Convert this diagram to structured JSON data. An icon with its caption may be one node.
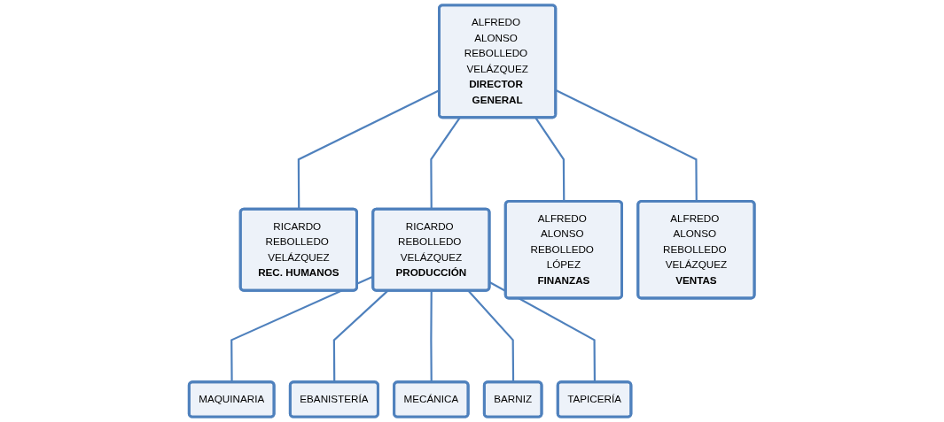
{
  "diagram": {
    "nodes": [
      {
        "text": [
          "ALFREDO ALONSO REBOLLEDO VELÁZQUEZ",
          "DIRECTOR GENERAL"
        ]
      },
      {
        "text": [
          "RICARDO REBOLLEDO VELÁZQUEZ",
          "PRODUCCIÓN"
        ]
      },
      {
        "text": [
          "RICARDO REBOLLEDO VELÁZQUEZ",
          "REC. HUMANOS"
        ]
      },
      {
        "text": [
          "ALFREDO ALONSO REBOLLEDO LÓPEZ",
          "FINANZAS"
        ]
      },
      {
        "text": [
          "ALFREDO ALONSO REBOLLEDO VELÁZQUEZ",
          "VENTAS"
        ]
      },
      {
        "text": [
          "MAQUINARIA"
        ]
      },
      {
        "text": [
          "EBANISTERÍA"
        ]
      },
      {
        "text": [
          "MECÁNICA"
        ]
      },
      {
        "text": [
          "BARNIZ"
        ]
      },
      {
        "text": [
          "TAPICERÍA"
        ]
      }
    ],
    "edges": [
      {
        "from": 0,
        "to": 1,
        "arrow": "none"
      },
      {
        "from": 0,
        "to": 2,
        "arrow": "none"
      },
      {
        "from": 0,
        "to": 3,
        "arrow": "none"
      },
      {
        "from": 0,
        "to": 4,
        "arrow": "none"
      },
      {
        "from": 1,
        "to": 5,
        "arrow": "none"
      },
      {
        "from": 1,
        "to": 6,
        "arrow": "none"
      },
      {
        "from": 1,
        "to": 7,
        "arrow": "none"
      },
      {
        "from": 1,
        "to": 8,
        "arrow": "none"
      },
      {
        "from": 1,
        "to": 9,
        "arrow": "none"
      }
    ]
  }
}
